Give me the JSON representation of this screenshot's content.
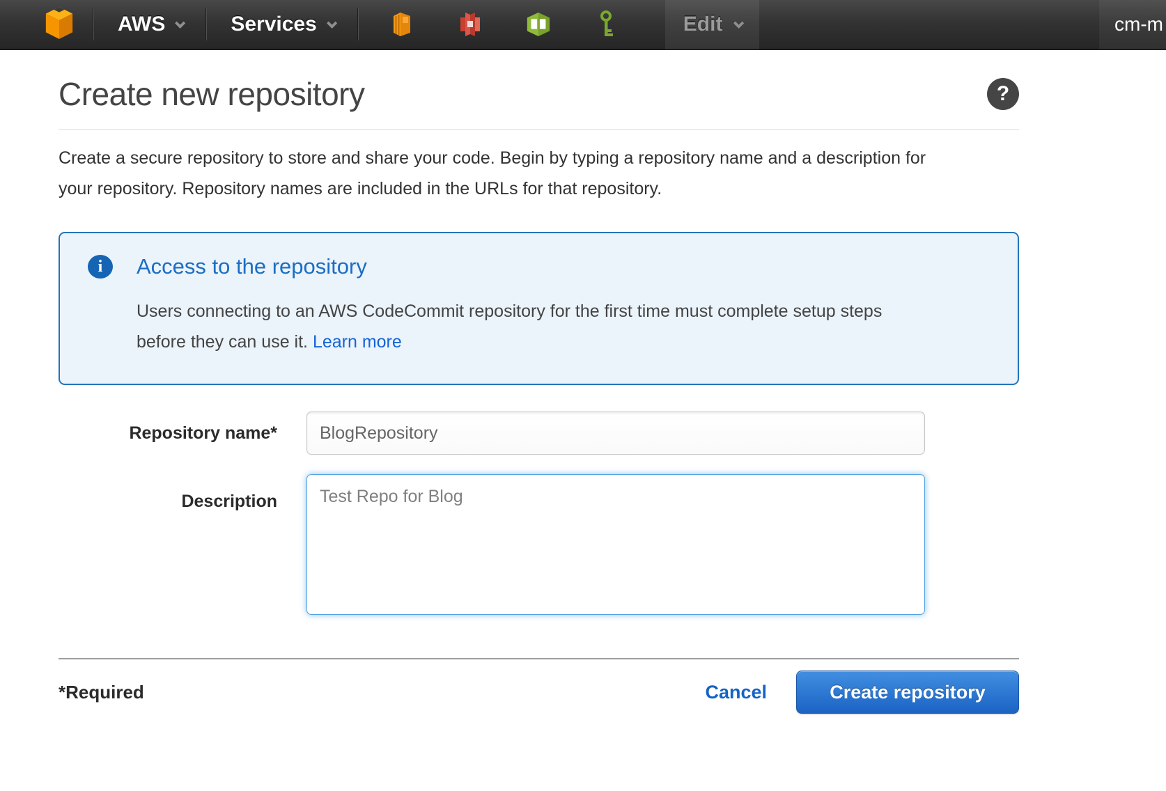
{
  "nav": {
    "menus": [
      {
        "label": "AWS"
      },
      {
        "label": "Services"
      }
    ],
    "service_icons": [
      {
        "name": "ec2-icon"
      },
      {
        "name": "redshift-icon"
      },
      {
        "name": "codedeploy-icon"
      },
      {
        "name": "iam-key-icon"
      }
    ],
    "edit_label": "Edit",
    "username": "cm-m"
  },
  "icons": {
    "help_glyph": "?",
    "info_glyph": "i"
  },
  "page": {
    "title": "Create new repository",
    "intro": "Create a secure repository to store and share your code. Begin by typing a repository name and a description for your repository. Repository names are included in the URLs for that repository."
  },
  "info_panel": {
    "heading": "Access to the repository",
    "body": "Users connecting to an AWS CodeCommit repository for the first time must complete setup steps before they can use it. ",
    "link_label": "Learn more"
  },
  "form": {
    "repository_name": {
      "label": "Repository name*",
      "value": "BlogRepository"
    },
    "description": {
      "label": "Description",
      "value": "Test Repo for Blog"
    }
  },
  "footer": {
    "required_note": "*Required",
    "cancel_label": "Cancel",
    "submit_label": "Create repository"
  },
  "colors": {
    "nav_background": "#333333",
    "brand_orange": "#f79500",
    "panel_border": "#2574b9",
    "panel_background": "#ebf3fb",
    "heading_blue": "#1b6ec3",
    "link_blue": "#1565d8",
    "button_blue_top": "#428fe1",
    "button_blue_bottom": "#1d63c2",
    "focus_border": "#54a3e0"
  }
}
